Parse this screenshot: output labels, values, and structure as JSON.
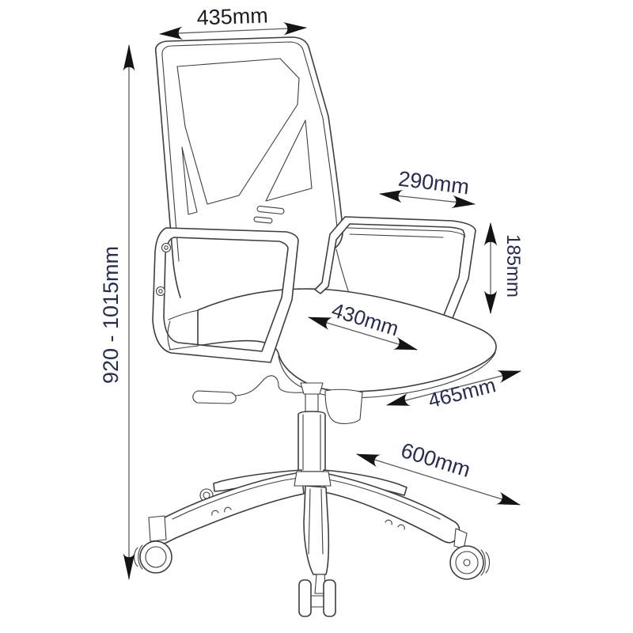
{
  "meta": {
    "kind": "product dimension diagram",
    "subject": "mesh office swivel chair"
  },
  "colors": {
    "line": "#3e3e3e",
    "dimension_line": "#5c5c5c",
    "arrowhead": "#141414",
    "label_primary": "#1c1c24",
    "label_accent": "#272b55",
    "background": "#ffffff"
  },
  "icons": {
    "arrowhead": "dimension-arrowhead"
  },
  "dimensions": {
    "backrest_width": "435mm",
    "overall_height": "920 - 1015mm",
    "armrest_length": "290mm",
    "armrest_height": "185mm",
    "seat_depth": "430mm",
    "seat_width": "465mm",
    "base_diameter": "600mm"
  }
}
